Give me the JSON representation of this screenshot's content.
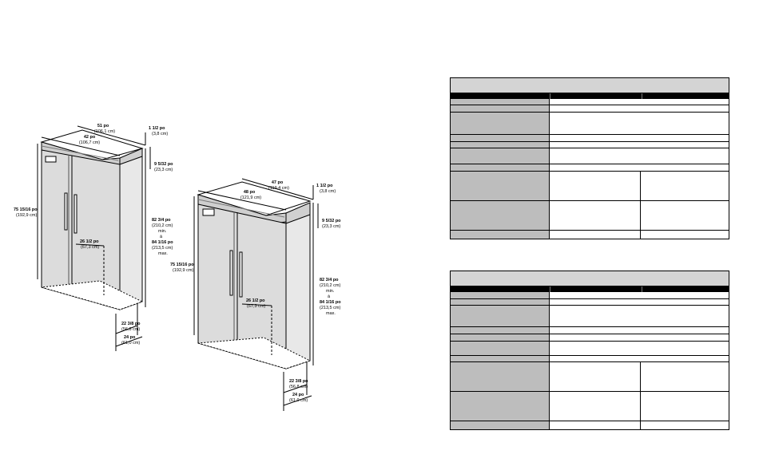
{
  "left_fridge": {
    "dims": {
      "overall_width": [
        "51 po",
        "(106,1 cm)"
      ],
      "body_width": [
        "42 po",
        "(106,7 cm)"
      ],
      "height": [
        "75 15/16 po",
        "(192,9 cm)"
      ],
      "top_gap": [
        "1 1/2 po",
        "(3,8 cm)"
      ],
      "grille": [
        "9 5/32 po",
        "(23,3 cm)"
      ],
      "opening_min": [
        "82 3/4 po",
        "(210,2 cm)",
        "min."
      ],
      "opening_max": [
        "84 1/16 po",
        "(213,5 cm)",
        "max."
      ],
      "connector": "à",
      "water_line": [
        "26 1/2 po",
        "(67,3 cm)"
      ],
      "depth_a": [
        "22 3/8 po",
        "(56,8 cm)"
      ],
      "depth_b": [
        "24 po",
        "(61,0 cm)"
      ]
    }
  },
  "right_fridge": {
    "dims": {
      "overall_width": [
        "47 po",
        "(119,4 cm)"
      ],
      "body_width": [
        "48 po",
        "(121,9 cm)"
      ],
      "height": [
        "75 15/16 po",
        "(192,9 cm)"
      ],
      "top_gap": [
        "1 1/2 po",
        "(3,8 cm)"
      ],
      "grille": [
        "9 5/32 po",
        "(23,3 cm)"
      ],
      "opening_min": [
        "82 3/4 po",
        "(210,2 cm)",
        "min."
      ],
      "opening_max": [
        "84 1/16 po",
        "(213,5 cm)",
        "max."
      ],
      "connector": "à",
      "water_line": [
        "26 1/2 po",
        "(67,3 cm)"
      ],
      "depth_a": [
        "22 3/8 po",
        "(56,8 cm)"
      ],
      "depth_b": [
        "24 po",
        "(61,0 cm)"
      ]
    }
  },
  "tables": [
    {
      "rows": [
        "full",
        "full",
        "full",
        "full",
        "full",
        "full",
        "full",
        "split",
        "split",
        "split"
      ]
    },
    {
      "rows": [
        "full",
        "full",
        "full",
        "full",
        "full",
        "full",
        "full",
        "split",
        "split",
        "split"
      ]
    }
  ]
}
